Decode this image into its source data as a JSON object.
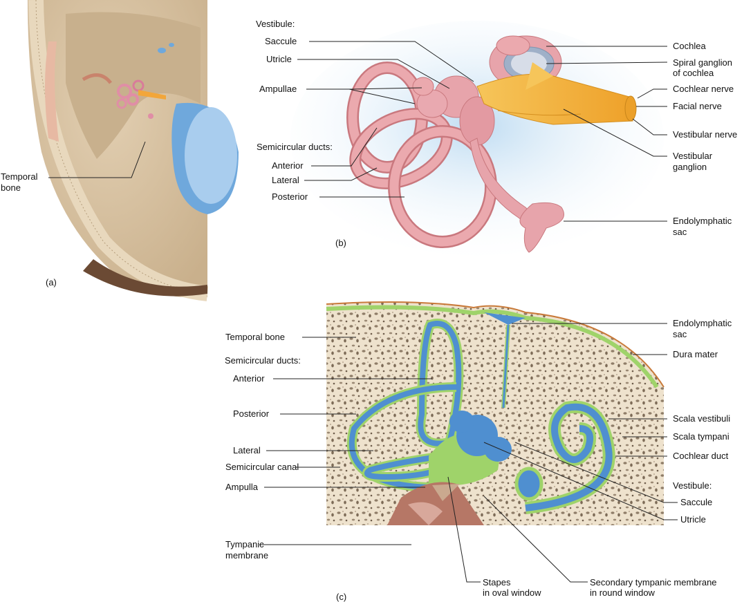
{
  "panel_a": {
    "temporal_bone": [
      "Temporal",
      "bone"
    ],
    "panel_label": "(a)"
  },
  "panel_b": {
    "vestibule_heading": "Vestibule:",
    "saccule": "Saccule",
    "utricle": "Utricle",
    "ampullae": "Ampullae",
    "semicircular_ducts_heading": "Semicircular ducts:",
    "anterior": "Anterior",
    "lateral": "Lateral",
    "posterior": "Posterior",
    "cochlea": "Cochlea",
    "spiral_ganglion": [
      "Spiral ganglion",
      "of cochlea"
    ],
    "cochlear_nerve": "Cochlear nerve",
    "facial_nerve": "Facial nerve",
    "vestibular_nerve": "Vestibular nerve",
    "vestibular_ganglion": [
      "Vestibular",
      "ganglion"
    ],
    "endolymphatic_sac": [
      "Endolymphatic",
      "sac"
    ],
    "panel_label": "(b)"
  },
  "panel_c": {
    "temporal_bone": "Temporal bone",
    "semicircular_ducts_heading": "Semicircular ducts:",
    "anterior": "Anterior",
    "posterior": "Posterior",
    "lateral": "Lateral",
    "semicircular_canal": "Semicircular canal",
    "ampulla": "Ampulla",
    "tympanic_membrane": [
      "Tympanic",
      "membrane"
    ],
    "stapes": [
      "Stapes",
      "in oval window"
    ],
    "secondary_tympanic_membrane": [
      "Secondary tympanic membrane",
      "in round window"
    ],
    "endolymphatic_sac": [
      "Endolymphatic",
      "sac"
    ],
    "dura_mater": "Dura mater",
    "scala_vestibuli": "Scala vestibuli",
    "scala_tympani": "Scala tympani",
    "cochlear_duct": "Cochlear duct",
    "vestibule_heading": "Vestibule:",
    "saccule": "Saccule",
    "utricle": "Utricle",
    "panel_label": "(c)"
  },
  "colors": {
    "membranous_labyrinth": "#e7a4ab",
    "nerve": "#f2b33a",
    "endolymph": "#4f8fd0",
    "perilymph_rim": "#9fd36a",
    "bone": "#ece0cb",
    "dura": "#c97a3a"
  }
}
